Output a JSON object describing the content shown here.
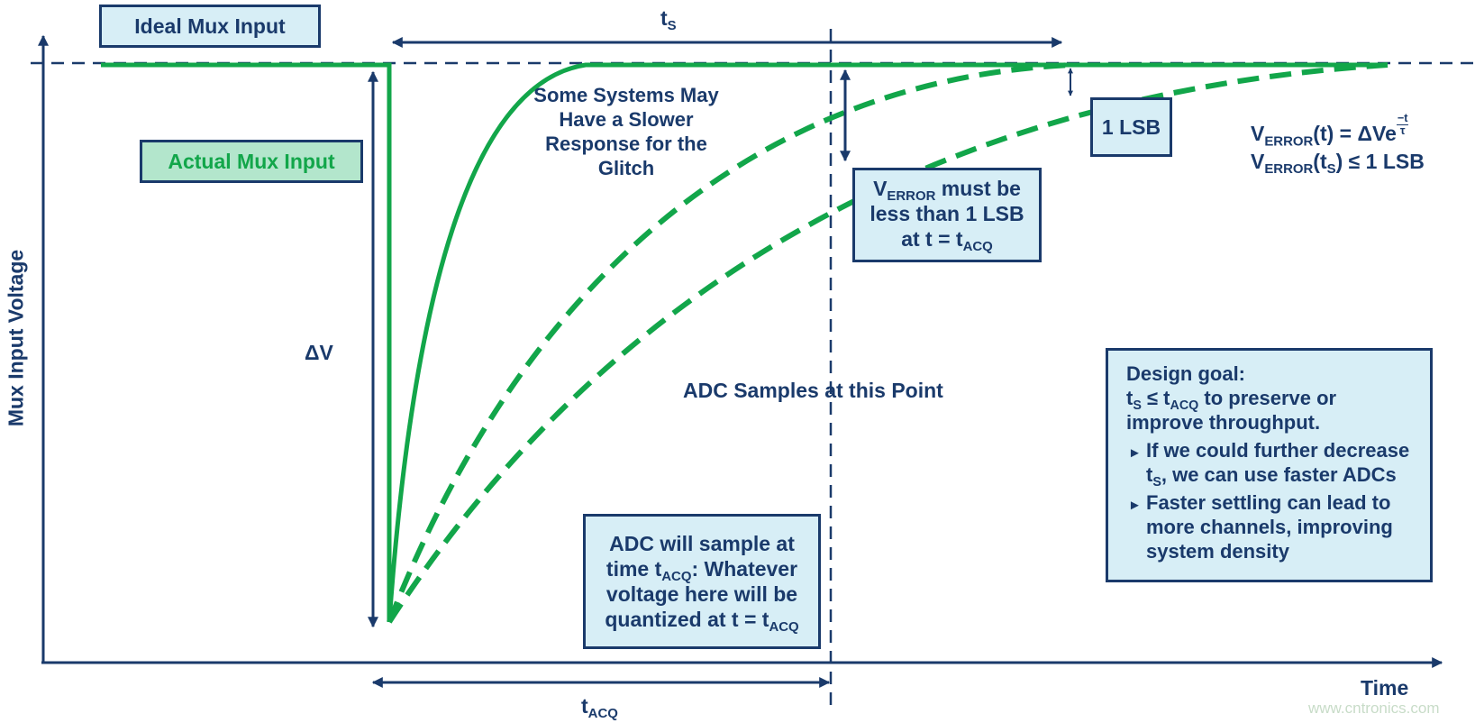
{
  "labels": {
    "ideal_mux_input": "Ideal Mux Input",
    "actual_mux_input": "Actual Mux Input",
    "y_axis": "Mux Input Voltage",
    "x_axis": "Time",
    "delta_v": "ΔV",
    "t_s": "t",
    "t_s_sub": "S",
    "t_acq": "t",
    "t_acq_sub": "ACQ",
    "some_systems": "Some Systems May Have a Slower Response for the Glitch",
    "adc_samples": "ADC Samples at this Point",
    "one_lsb": "1 LSB"
  },
  "verror_box": {
    "v": "V",
    "v_sub": "ERROR",
    "line1_rest": " must be",
    "line2": "less than 1 LSB",
    "line3_pre": "at t = t",
    "line3_sub": "ACQ"
  },
  "sample_box": {
    "line1": "ADC will sample at",
    "line2_pre": "time t",
    "line2_sub": "ACQ",
    "line2_post": ": Whatever",
    "line3": "voltage here will be",
    "line4_pre": "quantized at t = t",
    "line4_sub": "ACQ"
  },
  "equations": {
    "eq1_v": "V",
    "eq1_sub": "ERROR",
    "eq1_mid": "(t) = ΔVe",
    "eq1_num": "−t",
    "eq1_den": "τ",
    "eq2_v": "V",
    "eq2_sub": "ERROR",
    "eq2_open": "(t",
    "eq2_ts_sub": "S",
    "eq2_post": ") ≤ 1 LSB"
  },
  "design_box": {
    "title": "Design goal:",
    "goal_pre": "t",
    "goal_sub1": "S",
    "goal_mid": " ≤ t",
    "goal_sub2": "ACQ",
    "goal_post": " to preserve or",
    "goal_line2": "improve throughput.",
    "bullet_marker": "►",
    "bullet1_line1": "If we could further decrease",
    "bullet1_pre": "t",
    "bullet1_sub": "S",
    "bullet1_post": ", we can use faster ADCs",
    "bullet2": "Faster settling can lead to more channels, improving system density"
  },
  "watermark": "www.cntronics.com",
  "colors": {
    "navy": "#1a3a6b",
    "green": "#12a64a",
    "light_blue_fill": "#d7eef6",
    "light_green_fill": "#b3e6cc"
  }
}
